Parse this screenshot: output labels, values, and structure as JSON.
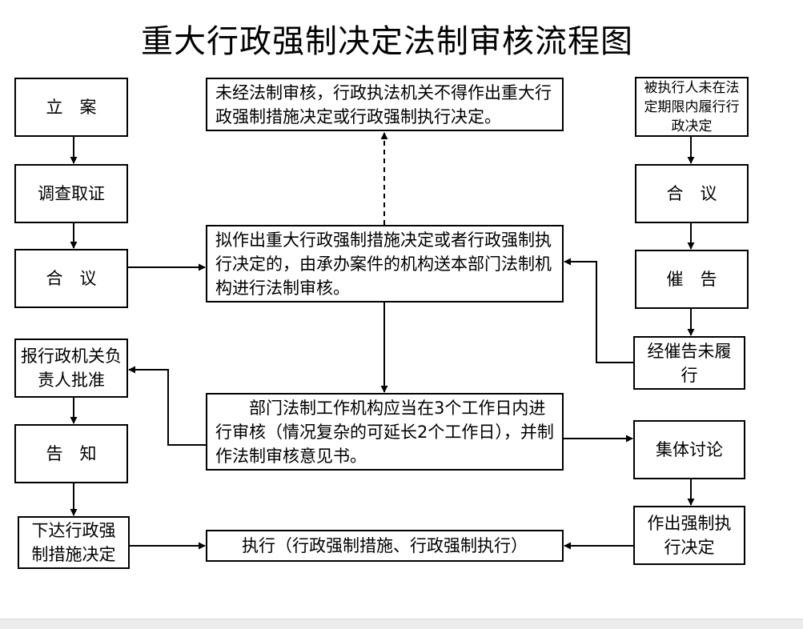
{
  "title": "重大行政强制决定法制审核流程图",
  "left_column": {
    "register": "立　案",
    "investigate": "调查取证",
    "discuss": "合　议",
    "approve": "报行政机关负责人批准",
    "notify": "告　知",
    "issue_decision": "下达行政强制措施决定"
  },
  "center_column": {
    "prohibition": "未经法制审核，行政执法机关不得作出重大行政强制措施决定或行政强制执行决定。",
    "submit": "拟作出重大行政强制措施决定或者行政强制执行决定的，由承办案件的机构送本部门法制机构进行法制审核。",
    "review": "　　部门法制工作机构应当在3个工作日内进行审核（情况复杂的可延长2个工作日），并制作法制审核意见书。",
    "execute": "执行（行政强制措施、行政强制执行）"
  },
  "right_column": {
    "not_performed": "被执行人未在法定期限内履行行政决定",
    "discuss": "合　议",
    "urge": "催　告",
    "urged_not_performed": "经催告未履行",
    "collective_discussion": "集体讨论",
    "make_decision": "作出强制执行决定"
  },
  "colors": {
    "border": "#000000",
    "background": "#ffffff",
    "page_bottom_bar": "#ececec"
  }
}
